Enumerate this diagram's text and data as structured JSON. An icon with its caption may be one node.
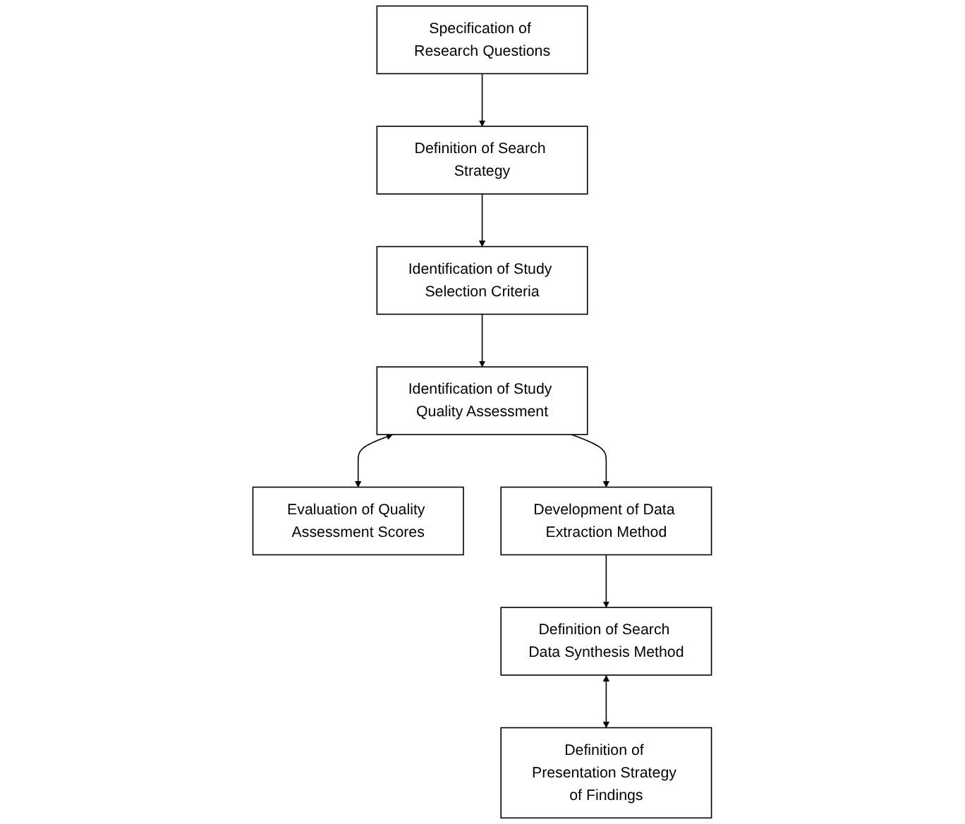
{
  "diagram": {
    "nodes": [
      {
        "text": [
          "Specification of Research Questions"
        ]
      },
      {
        "text": [
          "Definition of Search Strategy"
        ]
      },
      {
        "text": [
          "Identification of Study Selection Criteria"
        ]
      },
      {
        "text": [
          "Identification of Study Quality Assessment"
        ]
      },
      {
        "text": [
          "Evaluation of Quality Assessment Scores"
        ]
      },
      {
        "text": [
          "Development of Data Extraction Method"
        ]
      },
      {
        "text": [
          "Definition of Search Data Synthesis Method"
        ]
      },
      {
        "text": [
          "Definition of Presentation Strategy of Findings"
        ]
      }
    ],
    "edges": [
      {
        "from": 0,
        "to": 1,
        "arrow": "to"
      },
      {
        "from": 1,
        "to": 2,
        "arrow": "to"
      },
      {
        "from": 2,
        "to": 3,
        "arrow": "to"
      },
      {
        "from": 3,
        "to": 4,
        "arrow": "both"
      },
      {
        "from": 3,
        "to": 5,
        "arrow": "to"
      },
      {
        "from": 5,
        "to": 6,
        "arrow": "to"
      },
      {
        "from": 6,
        "to": 7,
        "arrow": "both"
      }
    ]
  }
}
